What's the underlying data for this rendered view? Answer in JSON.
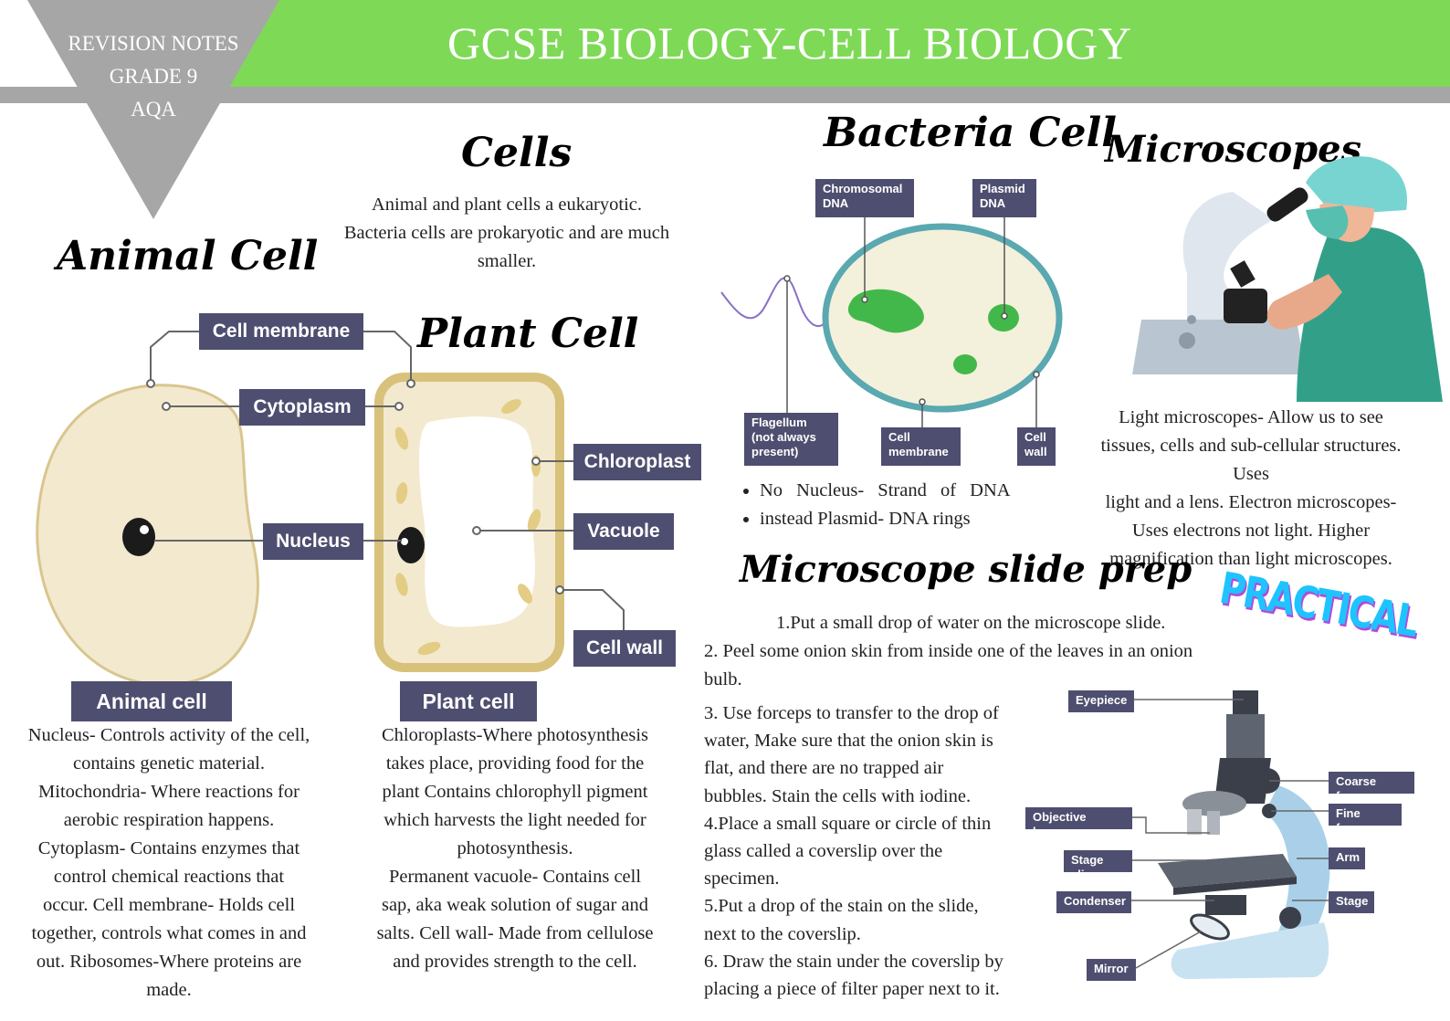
{
  "header": {
    "title": "GCSE BIOLOGY-CELL BIOLOGY",
    "badge_lines": [
      "REVISION NOTES",
      "GRADE 9",
      "AQA"
    ]
  },
  "cells": {
    "heading": "Cells",
    "lines": [
      "Animal and plant cells a eukaryotic.",
      "Bacteria cells are prokaryotic and are much",
      "smaller."
    ]
  },
  "animal_cell": {
    "heading": "Animal Cell",
    "labels": {
      "cell_membrane": "Cell membrane",
      "cytoplasm": "Cytoplasm",
      "nucleus": "Nucleus"
    },
    "caption": "Animal cell",
    "lines": [
      "Nucleus- Controls activity of the cell,",
      "contains genetic material.",
      "Mitochondria- Where reactions for",
      "aerobic respiration happens.",
      "Cytoplasm- Contains enzymes that",
      "control chemical reactions that",
      "occur. Cell membrane- Holds cell",
      "together, controls what comes in and",
      "out. Ribosomes-Where proteins are",
      "made."
    ]
  },
  "plant_cell": {
    "heading": "Plant Cell",
    "labels": {
      "chloroplast": "Chloroplast",
      "vacuole": "Vacuole",
      "cell_wall": "Cell wall"
    },
    "caption": "Plant cell",
    "lines": [
      "Chloroplasts-Where photosynthesis",
      "takes place, providing food for the",
      "plant Contains chlorophyll pigment",
      "which harvests the light needed for",
      "photosynthesis.",
      "Permanent vacuole- Contains cell",
      "sap, aka weak solution of sugar and",
      "salts. Cell wall- Made from cellulose",
      "and provides strength to the cell."
    ]
  },
  "bacteria": {
    "heading": "Bacteria Cell",
    "labels": {
      "chromosomal_dna": [
        "Chromosomal",
        "DNA"
      ],
      "plasmid_dna": [
        "Plasmid",
        "DNA"
      ],
      "flagellum": [
        "Flagellum",
        "(not always",
        "present)"
      ],
      "cell_membrane": [
        "Cell",
        "membrane"
      ],
      "cell_wall": [
        "Cell",
        "wall"
      ]
    },
    "bullets": [
      "No Nucleus- Strand of DNA",
      "instead Plasmid- DNA rings"
    ]
  },
  "microscopes": {
    "heading": "Microscopes",
    "lines": [
      "Light microscopes- Allow us to see",
      "tissues, cells and sub-cellular structures.",
      "Uses",
      "light and a lens. Electron microscopes-",
      "Uses electrons not light. Higher",
      "magnification than light microscopes."
    ]
  },
  "slide_prep": {
    "heading": "Microscope slide prep",
    "badge": "PRACTICAL",
    "step1": "1.Put a small drop of water on the microscope slide.",
    "step2": [
      "2. Peel some onion skin from inside one of the leaves in an onion",
      "bulb."
    ],
    "steps": [
      "3. Use forceps to transfer to the drop of",
      "water, Make sure that the onion skin is",
      "flat, and there are no trapped air",
      "bubbles. Stain the cells with iodine.",
      "4.Place a small square or circle of thin",
      "glass called a coverslip over the",
      "specimen.",
      "5.Put a drop of the stain on the slide,",
      "next to the coverslip.",
      "6. Draw the stain under the coverslip by",
      "placing a piece of filter paper next to it."
    ],
    "microscope_labels": {
      "eyepiece": "Eyepiece",
      "coarse_focus": "Coarse focus",
      "objective_lenses": "Objective lenses",
      "fine_focus": "Fine focus",
      "stage_clip": "Stage clip",
      "arm": "Arm",
      "condenser": "Condenser",
      "stage": "Stage",
      "mirror": "Mirror"
    }
  },
  "colors": {
    "green": "#7ed957",
    "grey": "#a6a6a6",
    "label_bg": "#4e4e70",
    "animal_fill": "#f3e9cf",
    "plant_wall": "#d8c17a"
  }
}
